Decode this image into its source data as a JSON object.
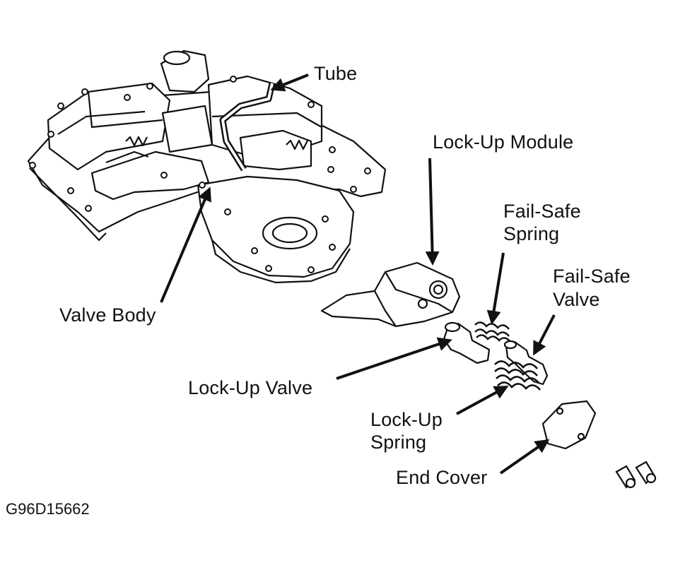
{
  "labels": {
    "tube": "Tube",
    "lockup_module": "Lock-Up Module",
    "failsafe_spring_l1": "Fail-Safe",
    "failsafe_spring_l2": "Spring",
    "failsafe_valve_l1": "Fail-Safe",
    "failsafe_valve_l2": "Valve",
    "valve_body": "Valve Body",
    "lockup_valve": "Lock-Up Valve",
    "lockup_spring_l1": "Lock-Up",
    "lockup_spring_l2": "Spring",
    "end_cover": "End Cover"
  },
  "figure_id": "G96D15662"
}
